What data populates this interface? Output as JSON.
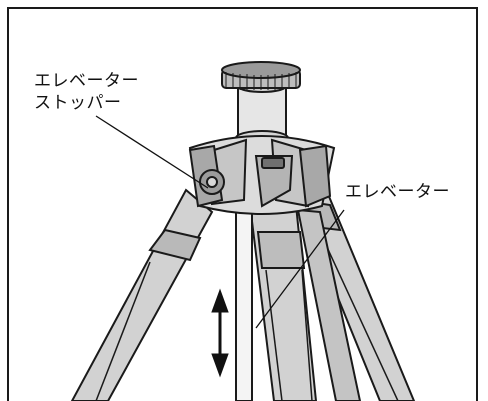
{
  "labels": {
    "elevator_stopper": [
      "エレベーター",
      "ストッパー"
    ],
    "elevator": "エレベーター"
  },
  "colors": {
    "line": "#1a1a1a",
    "tripod_fill": "#cfcfcf",
    "tripod_dark": "#8a8a8a",
    "tripod_light": "#e8e8e8"
  }
}
